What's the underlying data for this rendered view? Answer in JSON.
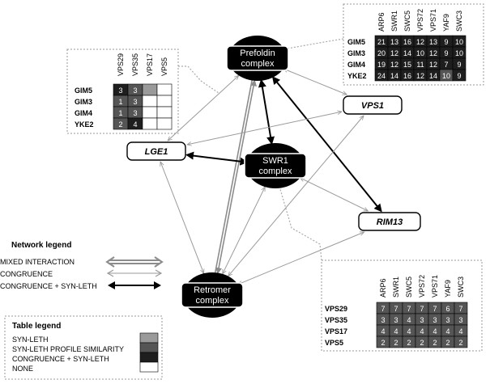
{
  "complexes": [
    {
      "id": "prefoldin",
      "lines": [
        "Prefoldin",
        "complex"
      ]
    },
    {
      "id": "swr1",
      "lines": [
        "SWR1",
        "complex"
      ]
    },
    {
      "id": "retromer",
      "lines": [
        "Retromer",
        "complex"
      ]
    }
  ],
  "genes": [
    {
      "id": "lge1",
      "label": "LGE1"
    },
    {
      "id": "vps1",
      "label": "VPS1"
    },
    {
      "id": "rim13",
      "label": "RIM13"
    }
  ],
  "edges": [
    {
      "from": "prefoldin",
      "to": "lge1",
      "type": "congruence"
    },
    {
      "from": "prefoldin",
      "to": "vps1",
      "type": "congruence"
    },
    {
      "from": "prefoldin",
      "to": "swr1",
      "type": "congruence_synleth"
    },
    {
      "from": "prefoldin",
      "to": "rim13",
      "type": "congruence_synleth"
    },
    {
      "from": "prefoldin",
      "to": "retromer",
      "type": "mixed"
    },
    {
      "from": "lge1",
      "to": "swr1",
      "type": "congruence_synleth"
    },
    {
      "from": "lge1",
      "to": "vps1",
      "type": "congruence"
    },
    {
      "from": "lge1",
      "to": "retromer",
      "type": "congruence"
    },
    {
      "from": "swr1",
      "to": "rim13",
      "type": "congruence"
    },
    {
      "from": "swr1",
      "to": "retromer",
      "type": "congruence"
    },
    {
      "from": "vps1",
      "to": "retromer",
      "type": "congruence"
    },
    {
      "from": "rim13",
      "to": "retromer",
      "type": "congruence"
    }
  ],
  "tables": [
    {
      "id": "table-top-left",
      "columns": [
        "VPS29",
        "VPS35",
        "VPS17",
        "VPS5"
      ],
      "rows": [
        {
          "label": "GIM5",
          "cells": [
            {
              "v": "3",
              "s": "congruence_synleth"
            },
            {
              "v": "3",
              "s": "similarity"
            },
            {
              "v": "",
              "s": "synleth"
            },
            {
              "v": "",
              "s": "none"
            }
          ]
        },
        {
          "label": "GIM3",
          "cells": [
            {
              "v": "1",
              "s": "similarity"
            },
            {
              "v": "3",
              "s": "similarity"
            },
            {
              "v": "",
              "s": "none"
            },
            {
              "v": "",
              "s": "none"
            }
          ]
        },
        {
          "label": "GIM4",
          "cells": [
            {
              "v": "1",
              "s": "similarity"
            },
            {
              "v": "3",
              "s": "similarity"
            },
            {
              "v": "",
              "s": "none"
            },
            {
              "v": "",
              "s": "none"
            }
          ]
        },
        {
          "label": "YKE2",
          "cells": [
            {
              "v": "2",
              "s": "similarity"
            },
            {
              "v": "4",
              "s": "congruence_synleth"
            },
            {
              "v": "",
              "s": "none"
            },
            {
              "v": "",
              "s": "none"
            }
          ]
        }
      ]
    },
    {
      "id": "table-top-right",
      "columns": [
        "ARP6",
        "SWR1",
        "SWC5",
        "VPS72",
        "VPS71",
        "YAF9",
        "SWC3"
      ],
      "rows": [
        {
          "label": "GIM5",
          "cells": [
            {
              "v": "21",
              "s": "congruence_synleth"
            },
            {
              "v": "13",
              "s": "congruence_synleth"
            },
            {
              "v": "16",
              "s": "congruence_synleth"
            },
            {
              "v": "12",
              "s": "congruence_synleth"
            },
            {
              "v": "13",
              "s": "congruence_synleth"
            },
            {
              "v": "9",
              "s": "congruence_synleth"
            },
            {
              "v": "10",
              "s": "congruence_synleth"
            }
          ]
        },
        {
          "label": "GIM3",
          "cells": [
            {
              "v": "20",
              "s": "congruence_synleth"
            },
            {
              "v": "12",
              "s": "congruence_synleth"
            },
            {
              "v": "14",
              "s": "congruence_synleth"
            },
            {
              "v": "10",
              "s": "congruence_synleth"
            },
            {
              "v": "12",
              "s": "congruence_synleth"
            },
            {
              "v": "9",
              "s": "congruence_synleth"
            },
            {
              "v": "10",
              "s": "congruence_synleth"
            }
          ]
        },
        {
          "label": "GIM4",
          "cells": [
            {
              "v": "19",
              "s": "congruence_synleth"
            },
            {
              "v": "12",
              "s": "congruence_synleth"
            },
            {
              "v": "15",
              "s": "congruence_synleth"
            },
            {
              "v": "11",
              "s": "congruence_synleth"
            },
            {
              "v": "12",
              "s": "congruence_synleth"
            },
            {
              "v": "7",
              "s": "congruence_synleth"
            },
            {
              "v": "9",
              "s": "congruence_synleth"
            }
          ]
        },
        {
          "label": "YKE2",
          "cells": [
            {
              "v": "24",
              "s": "congruence_synleth"
            },
            {
              "v": "14",
              "s": "congruence_synleth"
            },
            {
              "v": "16",
              "s": "congruence_synleth"
            },
            {
              "v": "12",
              "s": "congruence_synleth"
            },
            {
              "v": "14",
              "s": "congruence_synleth"
            },
            {
              "v": "10",
              "s": "similarity"
            },
            {
              "v": "9",
              "s": "congruence_synleth"
            }
          ]
        }
      ]
    },
    {
      "id": "table-bottom-right",
      "columns": [
        "ARP6",
        "SWR1",
        "SWC5",
        "VPS72",
        "VPS71",
        "YAF9",
        "SWC3"
      ],
      "rows": [
        {
          "label": "VPS29",
          "cells": [
            {
              "v": "7",
              "s": "similarity"
            },
            {
              "v": "7",
              "s": "similarity"
            },
            {
              "v": "7",
              "s": "similarity"
            },
            {
              "v": "7",
              "s": "similarity"
            },
            {
              "v": "7",
              "s": "similarity"
            },
            {
              "v": "6",
              "s": "similarity"
            },
            {
              "v": "7",
              "s": "similarity"
            }
          ]
        },
        {
          "label": "VPS35",
          "cells": [
            {
              "v": "3",
              "s": "similarity"
            },
            {
              "v": "3",
              "s": "similarity"
            },
            {
              "v": "4",
              "s": "similarity"
            },
            {
              "v": "3",
              "s": "similarity"
            },
            {
              "v": "3",
              "s": "similarity"
            },
            {
              "v": "3",
              "s": "similarity"
            },
            {
              "v": "3",
              "s": "similarity"
            }
          ]
        },
        {
          "label": "VPS17",
          "cells": [
            {
              "v": "4",
              "s": "similarity"
            },
            {
              "v": "4",
              "s": "similarity"
            },
            {
              "v": "4",
              "s": "similarity"
            },
            {
              "v": "4",
              "s": "similarity"
            },
            {
              "v": "4",
              "s": "similarity"
            },
            {
              "v": "4",
              "s": "similarity"
            },
            {
              "v": "4",
              "s": "similarity"
            }
          ]
        },
        {
          "label": "VPS5",
          "cells": [
            {
              "v": "2",
              "s": "similarity"
            },
            {
              "v": "2",
              "s": "similarity"
            },
            {
              "v": "2",
              "s": "similarity"
            },
            {
              "v": "2",
              "s": "similarity"
            },
            {
              "v": "2",
              "s": "similarity"
            },
            {
              "v": "2",
              "s": "similarity"
            },
            {
              "v": "2",
              "s": "similarity"
            }
          ]
        }
      ]
    }
  ],
  "network_legend": {
    "title": "Network legend",
    "items": [
      {
        "label": "MIXED INTERACTION",
        "type": "mixed"
      },
      {
        "label": "CONGRUENCE",
        "type": "congruence"
      },
      {
        "label": "CONGRUENCE + SYN-LETH",
        "type": "congruence_synleth"
      }
    ]
  },
  "table_legend": {
    "title": "Table legend",
    "items": [
      {
        "label": "SYN-LETH",
        "style": "synleth"
      },
      {
        "label": "SYN-LETH PROFILE SIMILARITY",
        "style": "similarity"
      },
      {
        "label": "CONGRUENCE + SYN-LETH",
        "style": "congruence_synleth"
      },
      {
        "label": "NONE",
        "style": "none"
      }
    ]
  },
  "colors": {
    "synleth": "#9a9a9a",
    "similarity": "#555555",
    "congruence_synleth": "#1e1e1e",
    "none": "#ffffff",
    "edge_mixed": "#8c8c8c",
    "edge_congruence": "#9a9a9a",
    "edge_congruence_synleth": "#000000",
    "node_fill": "#000000"
  }
}
